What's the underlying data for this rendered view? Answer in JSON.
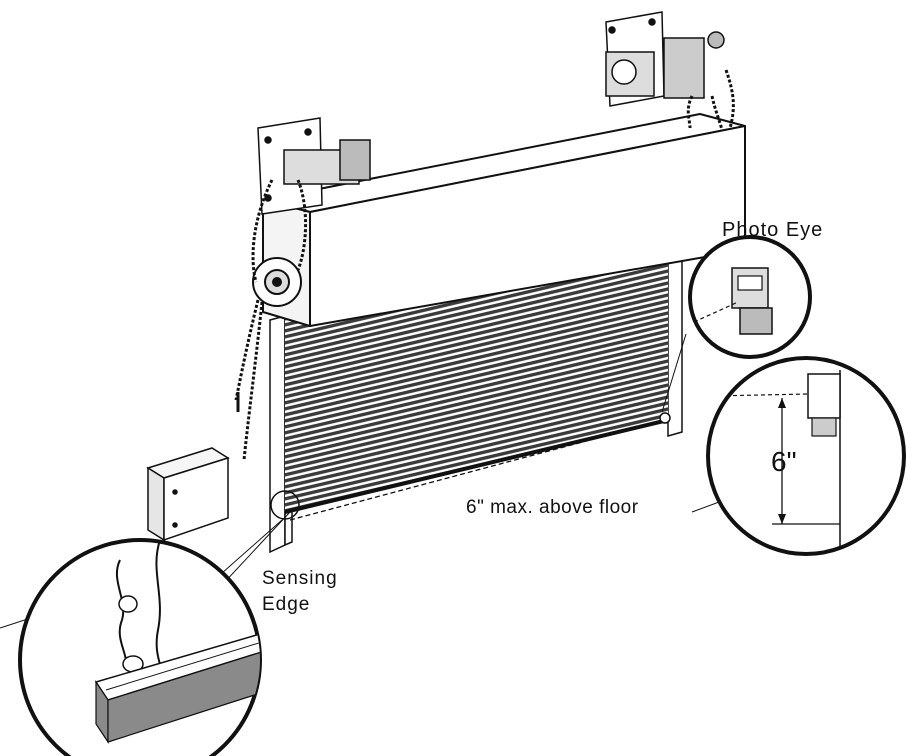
{
  "labels": {
    "photo_eye": "Photo Eye",
    "sensing_line1": "Sensing",
    "sensing_line2": "Edge",
    "max_above_floor": "6\" max. above floor",
    "dimension": "6\""
  },
  "colors": {
    "ink": "#111111",
    "curtain": "#3a3a3a",
    "paper": "#ffffff",
    "shade": "#8a8a8a"
  }
}
